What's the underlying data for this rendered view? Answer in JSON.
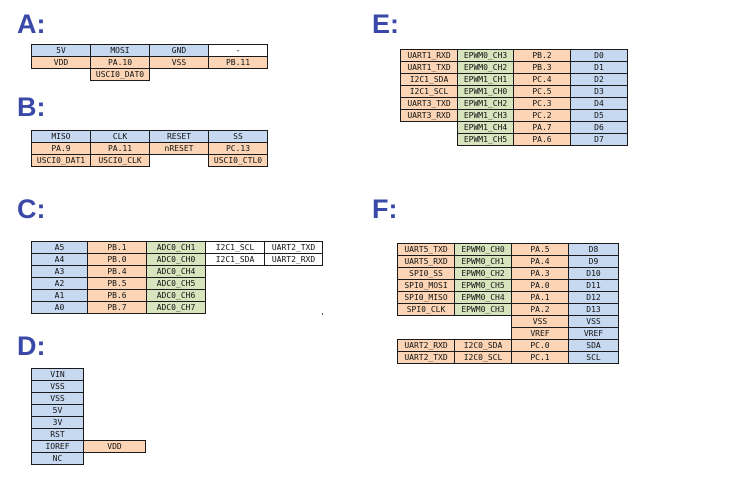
{
  "sections": {
    "A": {
      "label": "A:",
      "rows": [
        [
          "5V",
          "MOSI",
          "GND",
          "-"
        ],
        [
          "VDD",
          "PA.10",
          "VSS",
          "PB.11"
        ],
        [
          "",
          "USCI0_DAT0",
          "",
          ""
        ]
      ]
    },
    "B": {
      "label": "B:",
      "rows": [
        [
          "MISO",
          "CLK",
          "RESET",
          "SS"
        ],
        [
          "PA.9",
          "PA.11",
          "nRESET",
          "PC.13"
        ],
        [
          "USCI0_DAT1",
          "USCI0_CLK",
          "",
          "USCI0_CTL0"
        ]
      ]
    },
    "C": {
      "label": "C:",
      "rows": [
        [
          "A5",
          "PB.1",
          "ADC0_CH1",
          "I2C1_SCL",
          "UART2_TXD"
        ],
        [
          "A4",
          "PB.0",
          "ADC0_CH0",
          "I2C1_SDA",
          "UART2_RXD"
        ],
        [
          "A3",
          "PB.4",
          "ADC0_CH4",
          "",
          ""
        ],
        [
          "A2",
          "PB.5",
          "ADC0_CH5",
          "",
          ""
        ],
        [
          "A1",
          "PB.6",
          "ADC0_CH6",
          "",
          ""
        ],
        [
          "A0",
          "PB.7",
          "ADC0_CH7",
          "",
          ""
        ]
      ]
    },
    "D": {
      "label": "D:",
      "rows": [
        [
          "VIN",
          ""
        ],
        [
          "VSS",
          ""
        ],
        [
          "VSS",
          ""
        ],
        [
          "5V",
          ""
        ],
        [
          "3V",
          ""
        ],
        [
          "RST",
          ""
        ],
        [
          "IOREF",
          "VDD"
        ],
        [
          "NC",
          ""
        ]
      ]
    },
    "E": {
      "label": "E:",
      "rows": [
        [
          "UART1_RXD",
          "EPWM0_CH3",
          "PB.2",
          "D0"
        ],
        [
          "UART1_TXD",
          "EPWM0_CH2",
          "PB.3",
          "D1"
        ],
        [
          "I2C1_SDA",
          "EPWM1_CH1",
          "PC.4",
          "D2"
        ],
        [
          "I2C1_SCL",
          "EPWM1_CH0",
          "PC.5",
          "D3"
        ],
        [
          "UART3_TXD",
          "EPWM1_CH2",
          "PC.3",
          "D4"
        ],
        [
          "UART3_RXD",
          "EPWM1_CH3",
          "PC.2",
          "D5"
        ],
        [
          "",
          "EPWM1_CH4",
          "PA.7",
          "D6"
        ],
        [
          "",
          "EPWM1_CH5",
          "PA.6",
          "D7"
        ]
      ]
    },
    "F": {
      "label": "F:",
      "rows": [
        [
          "UART5_TXD",
          "EPWM0_CH0",
          "PA.5",
          "D8"
        ],
        [
          "UART5_RXD",
          "EPWM0_CH1",
          "PA.4",
          "D9"
        ],
        [
          "SPI0_SS",
          "EPWM0_CH2",
          "PA.3",
          "D10"
        ],
        [
          "SPI0_MOSI",
          "EPWM0_CH5",
          "PA.0",
          "D11"
        ],
        [
          "SPI0_MISO",
          "EPWM0_CH4",
          "PA.1",
          "D12"
        ],
        [
          "SPI0_CLK",
          "EPWM0_CH3",
          "PA.2",
          "D13"
        ],
        [
          "",
          "",
          "VSS",
          "VSS"
        ],
        [
          "",
          "",
          "VREF",
          "VREF"
        ],
        [
          "UART2_RXD",
          "I2C0_SDA",
          "PC.0",
          "SDA"
        ],
        [
          "UART2_TXD",
          "I2C0_SCL",
          "PC.1",
          "SCL"
        ]
      ]
    }
  },
  "colors": {
    "label_blue": "#3a49a8",
    "header_blue": "#c6d9f1",
    "pin_orange": "#fbd5b5",
    "pwm_green": "#d7e4bd"
  }
}
